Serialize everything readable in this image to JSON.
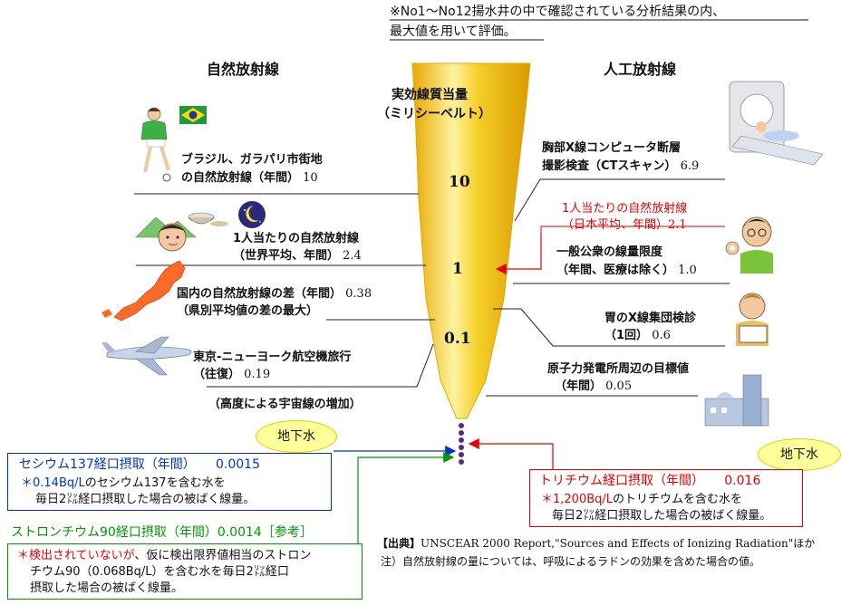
{
  "header": {
    "note_line1": "※No1～No12揚水井の中で確認されている分析結果の内、",
    "note_line2": "最大値を用いて評価。"
  },
  "sections": {
    "natural": "自然放射線",
    "artificial": "人工放射線"
  },
  "axis": {
    "title": "実効線質当量",
    "unit": "（ミリシーベルト）",
    "ticks": [
      "10",
      "1",
      "0.1"
    ]
  },
  "natural_items": [
    {
      "line1": "ブラジル、ガラパリ市街地",
      "line2": "の自然放射線（年間）",
      "value": "10"
    },
    {
      "line1": "1人当たりの自然放射線",
      "line2": "（世界平均、年間）",
      "value": "2.4"
    },
    {
      "line1": "国内の自然放射線の差（年間）",
      "value": "0.38",
      "line2": "（県別平均値の差の最大）"
    },
    {
      "line1": "東京-ニューヨーク航空機旅行",
      "line2": "（往復）",
      "value": "0.19",
      "line3": "（高度による宇宙線の増加）"
    }
  ],
  "artificial_items": [
    {
      "line1": "胸部X線コンピュータ断層",
      "line2": "撮影検査（CTスキャン）",
      "value": "6.9"
    },
    {
      "line1": "1人当たりの自然放射線",
      "line2": "（日本平均、年間）",
      "value": "2.1",
      "color": "#e60000"
    },
    {
      "line1": "一般公衆の線量限度",
      "line2": "（年間、医療は除く）",
      "value": "1.0"
    },
    {
      "line1": "胃のX線集団検診",
      "line2": "（1回）",
      "value": "0.6"
    },
    {
      "line1": "原子力発電所周辺の目標値",
      "line2": "（年間）",
      "value": "0.05"
    }
  ],
  "groundwater": {
    "left": "地下水",
    "right": "地下水"
  },
  "cesium": {
    "title": "セシウム137経口摂取（年間）",
    "value": "0.0015",
    "line1": "＊0.14Bq/Lのセシウム137を含む水を",
    "line2": "毎日2㍑経口摂取した場合の被ばく線量。",
    "color": "#0033cc"
  },
  "strontium": {
    "title": "ストロンチウム90経口摂取（年間）",
    "value": "0.0014",
    "ref": "［参考］",
    "line1_red": "＊検出されていないが",
    "line1_rest": "、仮に検出限界値相当のストロン",
    "line2": "チウム90（0.068Bq/L）を含む水を毎日2㍑経口",
    "line3": "摂取した場合の被ばく線量。",
    "color": "#009900"
  },
  "tritium": {
    "title": "トリチウム経口摂取（年間）",
    "value": "0.016",
    "line1_red": "＊1,200Bq/L",
    "line1_rest": "のトリチウムを含む水を",
    "line2": "毎日2㍑経口摂取した場合の被ばく線量。",
    "color": "#e60000"
  },
  "source": {
    "label": "【出典】",
    "text": "UNSCEAR 2000 Report,\"Sources and Effects of Ionizing Radiation\"ほか"
  },
  "footnote": "注）自然放射線の量については、呼吸によるラドンの効果を含めた場合の値。",
  "colors": {
    "cone": "#f2c200",
    "cone_light": "#fff6a0",
    "red": "#e60000",
    "blue": "#0033cc",
    "green": "#009900",
    "purple": "#5a2a82"
  }
}
